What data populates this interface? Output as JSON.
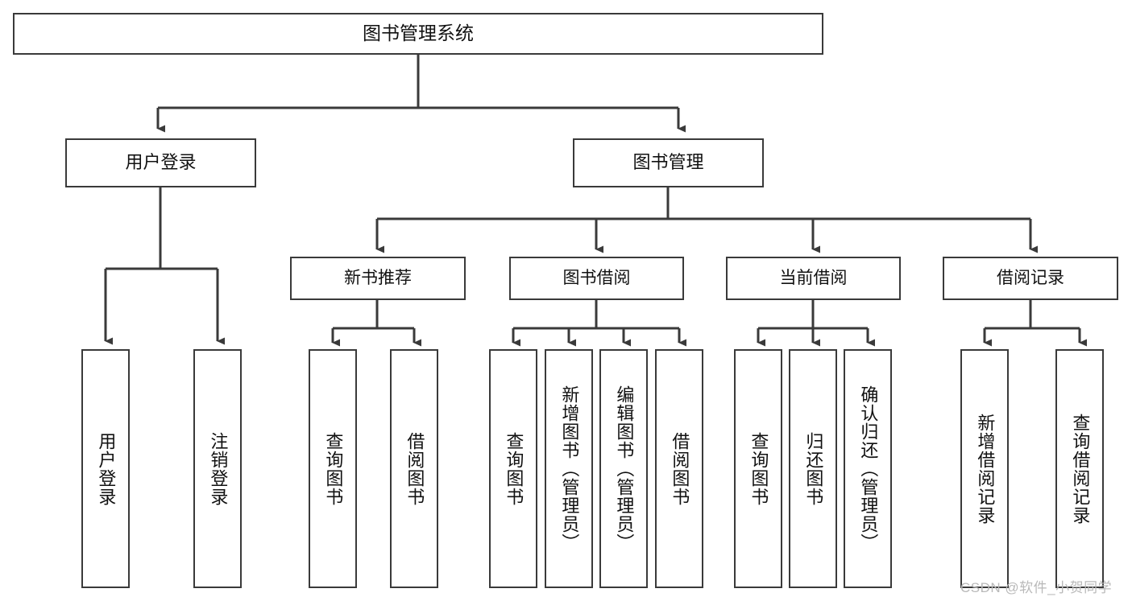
{
  "diagram": {
    "type": "hierarchy-tree",
    "title": "图书管理系统",
    "watermark": "CSDN @软件_小贺同学",
    "colors": {
      "box_border": "#3a3a3a",
      "box_fill": "#ffffff",
      "edge": "#3a3a3a",
      "text": "#111111",
      "watermark": "#b9b9b9"
    },
    "root": {
      "label": "图书管理系统"
    },
    "level1": [
      {
        "id": "user-login",
        "label": "用户登录"
      },
      {
        "id": "book-manage",
        "label": "图书管理"
      }
    ],
    "level2": [
      {
        "id": "new-book-recommend",
        "label": "新书推荐",
        "parent": "book-manage"
      },
      {
        "id": "book-borrow",
        "label": "图书借阅",
        "parent": "book-manage"
      },
      {
        "id": "current-borrow",
        "label": "当前借阅",
        "parent": "book-manage"
      },
      {
        "id": "borrow-record",
        "label": "借阅记录",
        "parent": "book-manage"
      }
    ],
    "leaves": [
      {
        "id": "leaf-user-login",
        "label": "用户登录",
        "parent": "user-login"
      },
      {
        "id": "leaf-logout-login",
        "label": "注销登录",
        "parent": "user-login"
      },
      {
        "id": "leaf-query-book-1",
        "label": "查询图书",
        "parent": "new-book-recommend"
      },
      {
        "id": "leaf-borrow-book-1",
        "label": "借阅图书",
        "parent": "new-book-recommend"
      },
      {
        "id": "leaf-query-book-2",
        "label": "查询图书",
        "parent": "book-borrow"
      },
      {
        "id": "leaf-add-book",
        "label": "新增图书（管理员）",
        "parent": "book-borrow"
      },
      {
        "id": "leaf-edit-book",
        "label": "编辑图书（管理员）",
        "parent": "book-borrow"
      },
      {
        "id": "leaf-borrow-book-2",
        "label": "借阅图书",
        "parent": "book-borrow"
      },
      {
        "id": "leaf-query-book-3",
        "label": "查询图书",
        "parent": "current-borrow"
      },
      {
        "id": "leaf-return-book",
        "label": "归还图书",
        "parent": "current-borrow"
      },
      {
        "id": "leaf-confirm-return",
        "label": "确认归还（管理员）",
        "parent": "current-borrow"
      },
      {
        "id": "leaf-add-record",
        "label": "新增借阅记录",
        "parent": "borrow-record"
      },
      {
        "id": "leaf-query-record",
        "label": "查询借阅记录",
        "parent": "borrow-record"
      }
    ]
  }
}
